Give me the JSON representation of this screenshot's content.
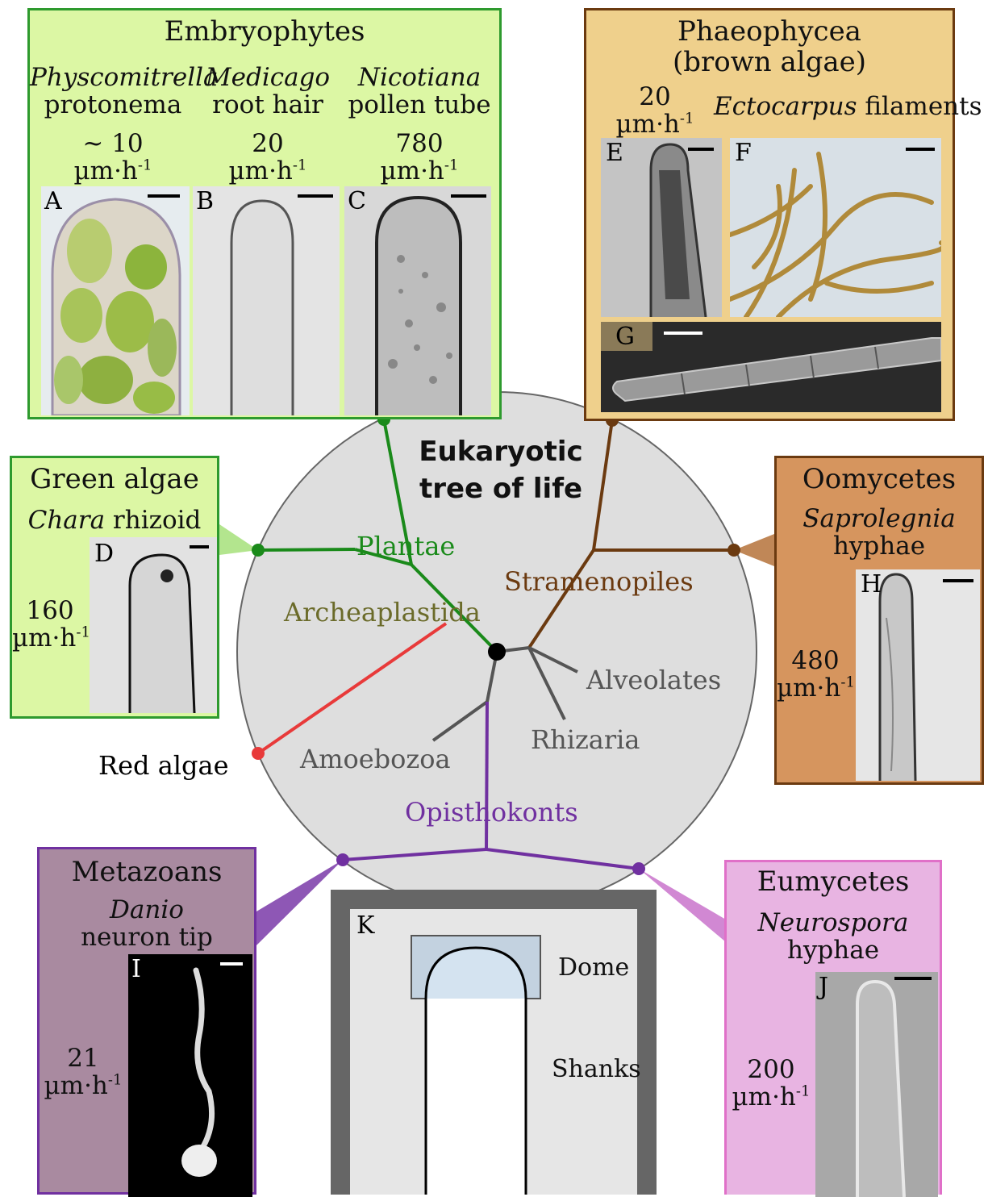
{
  "tree": {
    "title_line1": "Eukaryotic",
    "title_line2": "tree of life",
    "plantae": "Plantae",
    "archeaplastida": "Archeaplastida",
    "stramenopiles": "Stramenopiles",
    "alveolates": "Alveolates",
    "rhizaria": "Rhizaria",
    "amoebozoa": "Amoebozoa",
    "opisthokonts": "Opisthokonts",
    "red_algae": "Red algae"
  },
  "colors": {
    "plantae": "#1a8a1a",
    "stramenopiles": "#6b3a10",
    "opisthokonts": "#7030a0",
    "red_algae": "#e83a3a",
    "gray_branch": "#555555",
    "archeaplastida_text": "#6b6b2a",
    "circle_fill": "#dedede"
  },
  "embryophytes": {
    "title": "Embryophytes",
    "a": {
      "genus": "Physcomitrella",
      "tissue": "protonema",
      "rate": "~ 10",
      "unit": "µm·h",
      "exp": "-1",
      "letter": "A"
    },
    "b": {
      "genus": "Medicago",
      "tissue": "root hair",
      "rate": "20",
      "unit": "µm·h",
      "exp": "-1",
      "letter": "B"
    },
    "c": {
      "genus": "Nicotiana",
      "tissue": "pollen tube",
      "rate": "780",
      "unit": "µm·h",
      "exp": "-1",
      "letter": "C"
    }
  },
  "phaeophycea": {
    "title_line1": "Phaeophycea",
    "title_line2": "(brown algae)",
    "rate": "20",
    "unit": "µm·h",
    "exp": "-1",
    "genus": "Ectocarpus",
    "tissue": "filaments",
    "letters": {
      "e": "E",
      "f": "F",
      "g": "G"
    }
  },
  "green_algae": {
    "title": "Green algae",
    "genus": "Chara",
    "tissue": "rhizoid",
    "rate": "160",
    "unit": "µm·h",
    "exp": "-1",
    "letter": "D"
  },
  "oomycetes": {
    "title": "Oomycetes",
    "genus": "Saprolegnia",
    "tissue": "hyphae",
    "rate": "480",
    "unit": "µm·h",
    "exp": "-1",
    "letter": "H"
  },
  "metazoans": {
    "title": "Metazoans",
    "genus": "Danio",
    "tissue": "neuron tip",
    "rate": "21",
    "unit": "µm·h",
    "exp": "-1",
    "letter": "I"
  },
  "eumycetes": {
    "title": "Eumycetes",
    "genus": "Neurospora",
    "tissue": "hyphae",
    "rate": "200",
    "unit": "µm·h",
    "exp": "-1",
    "letter": "J"
  },
  "schematic": {
    "letter": "K",
    "dome": "Dome",
    "shanks": "Shanks"
  }
}
